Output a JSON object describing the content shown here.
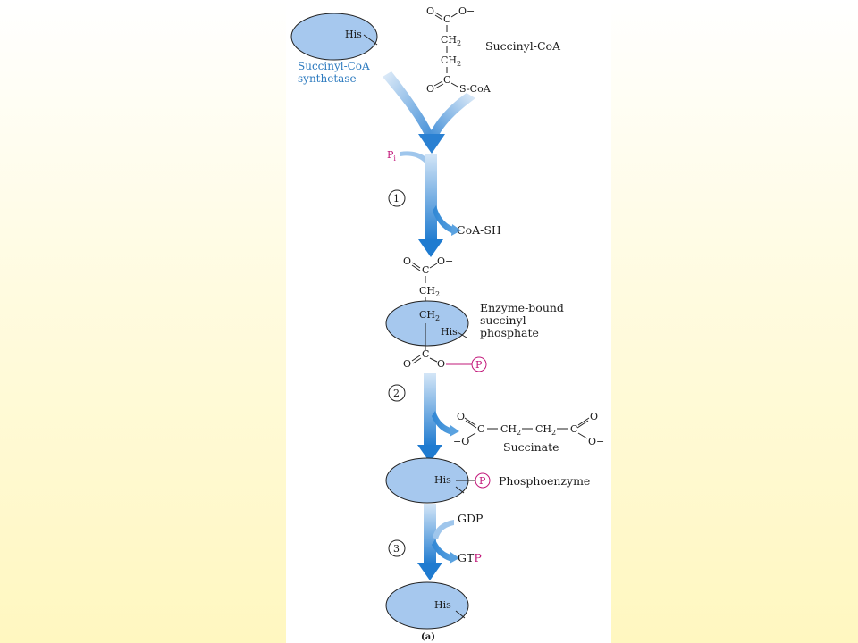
{
  "enzyme": {
    "name_line1": "Succinyl-CoA",
    "name_line2": "synthetase",
    "his": "His"
  },
  "substrate": {
    "name": "Succinyl-CoA",
    "atoms": {
      "o_top": "O",
      "c": "C",
      "o_minus": "O−",
      "ch2": "CH",
      "sub2": "2",
      "o_left": "O",
      "scoa": "S-CoA"
    }
  },
  "steps": [
    "1",
    "2",
    "3"
  ],
  "step1": {
    "pi": "P",
    "pi_sub": "i",
    "coash": "CoA-SH"
  },
  "intermediate": {
    "label": [
      "Enzyme-bound",
      "succinyl",
      "phosphate"
    ],
    "atoms": {
      "o": "O",
      "c": "C",
      "o_minus": "O−",
      "ch2": "CH",
      "sub2": "2",
      "his": "His",
      "p": "P"
    }
  },
  "succinate": {
    "name": "Succinate",
    "atoms": {
      "o_minus_left": "−O",
      "c": "C",
      "dash": "—",
      "ch2": "CH",
      "sub2": "2",
      "o": "O",
      "o_minus": "O−"
    }
  },
  "phosphoenzyme": {
    "label": "Phosphoenzyme",
    "his": "His",
    "p": "P"
  },
  "step3": {
    "gdp": "GDP",
    "gt": "GT",
    "p": "P"
  },
  "final": {
    "his": "His"
  },
  "caption": "(a)",
  "colors": {
    "enzyme_fill": "#a6c8ee",
    "arrow_dark": "#1f7bd0",
    "arrow_light": "#d4e6f7",
    "phosphate": "#c2187a"
  }
}
